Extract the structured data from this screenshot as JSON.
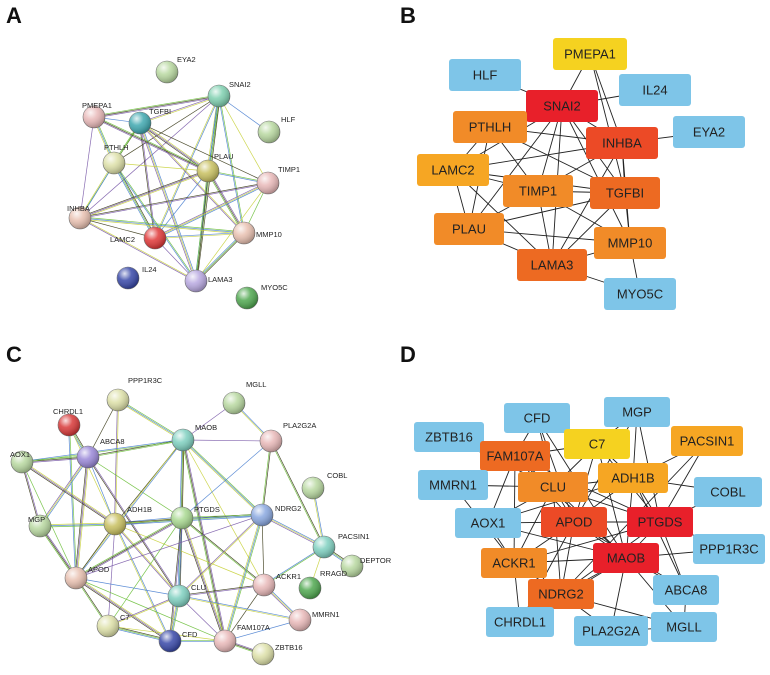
{
  "panels": [
    {
      "id": "A",
      "letter": "A"
    },
    {
      "id": "B",
      "letter": "B"
    },
    {
      "id": "C",
      "letter": "C"
    },
    {
      "id": "D",
      "letter": "D"
    }
  ],
  "colors": {
    "red": "#e8202a",
    "red_orange": "#ec4a26",
    "dark_orange": "#ed6a22",
    "orange": "#f18b28",
    "light_orange": "#f6a623",
    "yellow": "#f5d220",
    "blue": "#7ec5e8",
    "edge": "#222222",
    "string_edge_main": "#3b3b1a",
    "string_edge_yellow": "#c8d23c",
    "string_edge_green": "#6cbf3a",
    "string_edge_purple": "#7a5aa8",
    "string_edge_blue": "#4a7fd0"
  },
  "panel_A": {
    "nodes": [
      {
        "id": "EYA2",
        "label": "EYA2",
        "color": "#b8d8a0"
      },
      {
        "id": "SNAI2",
        "label": "SNAI2",
        "color": "#7fd0b0"
      },
      {
        "id": "PMEPA1",
        "label": "PMEPA1",
        "color": "#e8b8b8"
      },
      {
        "id": "TGFBI",
        "label": "TGFBI",
        "color": "#3fa8b0"
      },
      {
        "id": "HLF",
        "label": "HLF",
        "color": "#b8d8a0"
      },
      {
        "id": "PTHLH",
        "label": "PTHLH",
        "color": "#dde0a8"
      },
      {
        "id": "PLAU",
        "label": "PLAU",
        "color": "#c8c060"
      },
      {
        "id": "TIMP1",
        "label": "TIMP1",
        "color": "#e8b8b8"
      },
      {
        "id": "INHBA",
        "label": "INHBA",
        "color": "#e8c0b0"
      },
      {
        "id": "LAMC2",
        "label": "LAMC2",
        "color": "#e03838"
      },
      {
        "id": "MMP10",
        "label": "MMP10",
        "color": "#e8c0b0"
      },
      {
        "id": "IL24",
        "label": "IL24",
        "color": "#3848a8"
      },
      {
        "id": "LAMA3",
        "label": "LAMA3",
        "color": "#b8a8e0"
      },
      {
        "id": "MYO5C",
        "label": "MYO5C",
        "color": "#50a850"
      }
    ]
  },
  "panel_B": {
    "nodes": [
      {
        "id": "PMEPA1",
        "label": "PMEPA1",
        "fill": "yellow"
      },
      {
        "id": "HLF",
        "label": "HLF",
        "fill": "blue"
      },
      {
        "id": "IL24",
        "label": "IL24",
        "fill": "blue"
      },
      {
        "id": "SNAI2",
        "label": "SNAI2",
        "fill": "red"
      },
      {
        "id": "PTHLH",
        "label": "PTHLH",
        "fill": "orange"
      },
      {
        "id": "INHBA",
        "label": "INHBA",
        "fill": "red_orange"
      },
      {
        "id": "EYA2",
        "label": "EYA2",
        "fill": "blue"
      },
      {
        "id": "LAMC2",
        "label": "LAMC2",
        "fill": "light_orange"
      },
      {
        "id": "TIMP1",
        "label": "TIMP1",
        "fill": "orange"
      },
      {
        "id": "TGFBI",
        "label": "TGFBI",
        "fill": "dark_orange"
      },
      {
        "id": "PLAU",
        "label": "PLAU",
        "fill": "orange"
      },
      {
        "id": "MMP10",
        "label": "MMP10",
        "fill": "orange"
      },
      {
        "id": "LAMA3",
        "label": "LAMA3",
        "fill": "dark_orange"
      },
      {
        "id": "MYO5C",
        "label": "MYO5C",
        "fill": "blue"
      }
    ]
  },
  "panel_C": {
    "nodes": [
      {
        "id": "PPP1R3C",
        "label": "PPP1R3C",
        "color": "#dde0a8"
      },
      {
        "id": "MGLL",
        "label": "MGLL",
        "color": "#b8d8a0"
      },
      {
        "id": "CHRDL1",
        "label": "CHRDL1",
        "color": "#d83838"
      },
      {
        "id": "ABCA8",
        "label": "ABCA8",
        "color": "#9a88d8"
      },
      {
        "id": "MAOB",
        "label": "MAOB",
        "color": "#7fd0c0"
      },
      {
        "id": "PLA2G2A",
        "label": "PLA2G2A",
        "color": "#e8b8b8"
      },
      {
        "id": "AOX1",
        "label": "AOX1",
        "color": "#b8d8a0"
      },
      {
        "id": "COBL",
        "label": "COBL",
        "color": "#b8d8a0"
      },
      {
        "id": "ADH1B",
        "label": "ADH1B",
        "color": "#c8c060"
      },
      {
        "id": "PTGDS",
        "label": "PTGDS",
        "color": "#a8d890"
      },
      {
        "id": "NDRG2",
        "label": "NDRG2",
        "color": "#8aa8e0"
      },
      {
        "id": "MGP",
        "label": "MGP",
        "color": "#b8d8a0"
      },
      {
        "id": "PACSIN1",
        "label": "PACSIN1",
        "color": "#7fd0c0"
      },
      {
        "id": "DEPTOR",
        "label": "DEPTOR",
        "color": "#b8d8a0"
      },
      {
        "id": "APOD",
        "label": "APOD",
        "color": "#e8c0b0"
      },
      {
        "id": "RRAGD",
        "label": "RRAGD",
        "color": "#50a850"
      },
      {
        "id": "ACKR1",
        "label": "ACKR1",
        "color": "#e8b8b8"
      },
      {
        "id": "CLU",
        "label": "CLU",
        "color": "#7fd0c0"
      },
      {
        "id": "MMRN1",
        "label": "MMRN1",
        "color": "#e8b8b8"
      },
      {
        "id": "C7",
        "label": "C7",
        "color": "#dde0a8"
      },
      {
        "id": "CFD",
        "label": "CFD",
        "color": "#3848a8"
      },
      {
        "id": "FAM107A",
        "label": "FAM107A",
        "color": "#e8b8b8"
      },
      {
        "id": "ZBTB16",
        "label": "ZBTB16",
        "color": "#dde0a8"
      }
    ]
  },
  "panel_D": {
    "nodes": [
      {
        "id": "CFD",
        "label": "CFD",
        "fill": "blue"
      },
      {
        "id": "MGP",
        "label": "MGP",
        "fill": "blue"
      },
      {
        "id": "ZBTB16",
        "label": "ZBTB16",
        "fill": "blue"
      },
      {
        "id": "C7",
        "label": "C7",
        "fill": "yellow"
      },
      {
        "id": "PACSIN1",
        "label": "PACSIN1",
        "fill": "light_orange"
      },
      {
        "id": "FAM107A",
        "label": "FAM107A",
        "fill": "dark_orange"
      },
      {
        "id": "ADH1B",
        "label": "ADH1B",
        "fill": "light_orange"
      },
      {
        "id": "MMRN1",
        "label": "MMRN1",
        "fill": "blue"
      },
      {
        "id": "CLU",
        "label": "CLU",
        "fill": "orange"
      },
      {
        "id": "COBL",
        "label": "COBL",
        "fill": "blue"
      },
      {
        "id": "AOX1",
        "label": "AOX1",
        "fill": "blue"
      },
      {
        "id": "APOD",
        "label": "APOD",
        "fill": "red_orange"
      },
      {
        "id": "PTGDS",
        "label": "PTGDS",
        "fill": "red"
      },
      {
        "id": "PPP1R3C",
        "label": "PPP1R3C",
        "fill": "blue"
      },
      {
        "id": "ACKR1",
        "label": "ACKR1",
        "fill": "orange"
      },
      {
        "id": "MAOB",
        "label": "MAOB",
        "fill": "red"
      },
      {
        "id": "ABCA8",
        "label": "ABCA8",
        "fill": "blue"
      },
      {
        "id": "NDRG2",
        "label": "NDRG2",
        "fill": "dark_orange"
      },
      {
        "id": "CHRDL1",
        "label": "CHRDL1",
        "fill": "blue"
      },
      {
        "id": "PLA2G2A",
        "label": "PLA2G2A",
        "fill": "blue"
      },
      {
        "id": "MGLL",
        "label": "MGLL",
        "fill": "blue"
      }
    ]
  }
}
